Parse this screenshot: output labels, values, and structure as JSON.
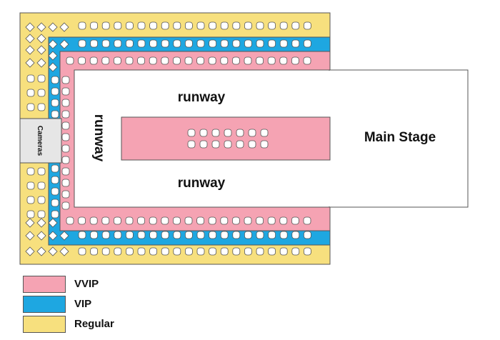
{
  "labels": {
    "runway_top": "runway",
    "runway_left": "runway",
    "runway_bottom": "runway",
    "main_stage": "Main Stage",
    "cameras": "Cameras"
  },
  "legend": [
    {
      "label": "VVIP",
      "color": "#f5a3b3"
    },
    {
      "label": "VIP",
      "color": "#1ea7e1"
    },
    {
      "label": "Regular",
      "color": "#f7e07e"
    }
  ],
  "colors": {
    "vvip": "#f5a3b3",
    "vip": "#1ea7e1",
    "regular": "#f7e07e",
    "stage": "#ffffff",
    "seat": "#ffffff",
    "outline": "#555555"
  }
}
